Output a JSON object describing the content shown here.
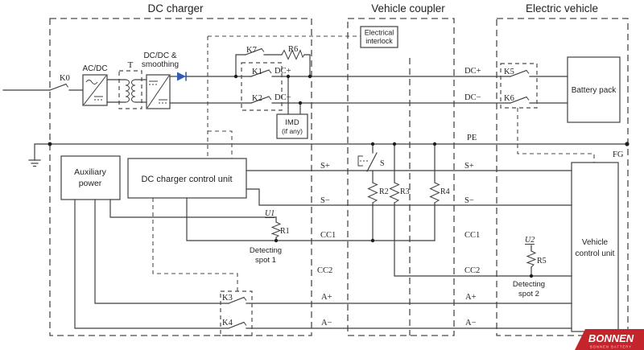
{
  "titles": {
    "dc_charger": "DC charger",
    "vehicle_coupler": "Vehicle coupler",
    "electric_vehicle": "Electric vehicle"
  },
  "blocks": {
    "ac_dc": "AC/DC",
    "transformer": "T",
    "dc_dc_line1": "DC/DC &",
    "dc_dc_line2": "smoothing",
    "interlock_line1": "Electrical",
    "interlock_line2": "interlock",
    "imd_line1": "IMD",
    "imd_line2": "(if any)",
    "battery_pack": "Battery pack",
    "aux_line1": "Auxiliary",
    "aux_line2": "power",
    "charger_control_unit": "DC charger control unit",
    "vcu_line1": "Vehicle",
    "vcu_line2": "control unit"
  },
  "labels": {
    "k0": "K0",
    "k1": "K1",
    "k2": "K2",
    "k3": "K3",
    "k4": "K4",
    "k5": "K5",
    "k6": "K6",
    "k7": "K7",
    "s": "S",
    "r1": "R1",
    "r2": "R2",
    "r3": "R3",
    "r4": "R4",
    "r5": "R5",
    "r6": "R6",
    "u1": "U1",
    "u2": "U2",
    "dc_plus": "DC+",
    "dc_minus": "DC−",
    "pe": "PE",
    "fg": "FG",
    "s_plus": "S+",
    "s_minus": "S−",
    "cc1": "CC1",
    "cc2": "CC2",
    "a_plus": "A+",
    "a_minus": "A−",
    "detecting1_line1": "Detecting",
    "detecting1_line2": "spot 1",
    "detecting2_line1": "Detecting",
    "detecting2_line2": "spot 2"
  },
  "logo": {
    "brand": "BONNEN",
    "tagline": "BONNEN BATTERY"
  },
  "colors": {
    "wire": "#3f3f3f",
    "text": "#1f1f1f",
    "diode_blue": "#2f5db3",
    "logo_red": "#c4242b"
  }
}
